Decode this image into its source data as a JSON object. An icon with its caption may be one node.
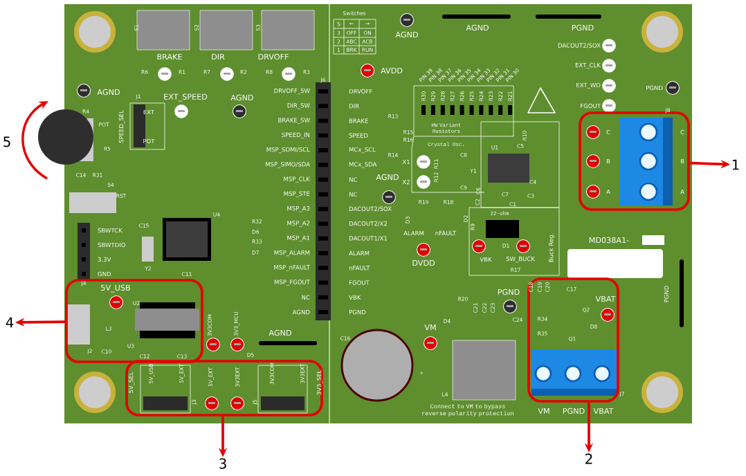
{
  "diagram": {
    "nodes": [
      {
        "text": [],
        "shape": "box"
      },
      {
        "text": [
          "1"
        ]
      },
      {
        "text": [],
        "shape": "box"
      },
      {
        "text": [
          "2"
        ]
      },
      {
        "text": [],
        "shape": "box"
      },
      {
        "text": [
          "3"
        ]
      },
      {
        "text": [],
        "shape": "box"
      },
      {
        "text": [
          "4"
        ]
      }
    ],
    "edges": [
      {
        "from": 0,
        "to": 1,
        "arrow": "to"
      },
      {
        "from": 2,
        "to": 3,
        "arrow": "to"
      },
      {
        "from": 4,
        "to": 5,
        "arrow": "to"
      },
      {
        "from": 6,
        "to": 7,
        "arrow": "to"
      }
    ],
    "labels": [
      "S1",
      "S2",
      "S3",
      "BRAKE",
      "DIR",
      "DRVOFF",
      "R6",
      "R1",
      "R7",
      "R2",
      "R8",
      "R3",
      "AGND",
      "J1",
      "EXT_SPEED",
      "AGND",
      "EXT",
      "POT",
      "SPEED_SEL",
      "R4",
      "POT",
      "R5",
      "C14",
      "R31",
      "S4",
      "RST",
      "SBWTCK",
      "SBWTDIO",
      "3.3V",
      "GND",
      "J4",
      "C15",
      "Y2",
      "U4",
      "R32",
      "D6",
      "R33",
      "D7",
      "C11",
      "5V_USB",
      "U2",
      "L3",
      "J2",
      "C10",
      "U3",
      "C12",
      "C13",
      "3V3COM",
      "3V3_MCU",
      "D5",
      "AGND",
      "5V_SEL",
      "5V_USB",
      "5V_EXT",
      "J3",
      "5V_EXT",
      "3V3EXT",
      "J5",
      "3V3COM",
      "3V3EXT",
      "3V3_SEL",
      "J6",
      "DRVOFF_SW",
      "DIR_SW",
      "BRAKE_SW",
      "SPEED_IN",
      "MSP_SOMI/SCL",
      "MSP_SIMO/SDA",
      "MSP_CLK",
      "MSP_STE",
      "MSP_A3",
      "MSP_A2",
      "MSP_A1",
      "MSP_ALARM",
      "MSP_nFAULT",
      "MSP_FGOUT",
      "NC",
      "AGND",
      "DRVOFF",
      "DIR",
      "BRAKE",
      "SPEED",
      "MCx_SCL",
      "MCx_SDA",
      "NC",
      "NC",
      "DACOUT2/SOX",
      "DACOUT2/X2",
      "DACOUT1/X1",
      "ALARM",
      "nFAULT",
      "FGOUT",
      "VBK",
      "PGND",
      "Switches",
      "S",
      "←",
      "→",
      "3",
      "OFF",
      "ON",
      "2",
      "ABC",
      "ACB",
      "1",
      "BRK",
      "RUN",
      "AGND",
      "AGND",
      "PGND",
      "AVDD",
      "PIN 39",
      "PIN 38",
      "PIN 37",
      "PIN 36",
      "PIN 35",
      "PIN 34",
      "PIN 33",
      "PIN 32",
      "PIN 31",
      "PIN 30",
      "R30",
      "R29",
      "R28",
      "R27",
      "R26",
      "R25",
      "R24",
      "R23",
      "R22",
      "R21",
      "HW Variant Resistors",
      "R13",
      "R15",
      "R16",
      "R14",
      "Crystal Osc.",
      "X1",
      "X2",
      "R11",
      "R12",
      "C8",
      "C9",
      "Y1",
      "AGND",
      "U1",
      "R10",
      "C5",
      "C6",
      "C2",
      "C7",
      "C1",
      "C4",
      "C3",
      "R19",
      "R18",
      "D3",
      "D2",
      "ALARM",
      "nFAULT",
      "DVDD",
      "22-ohm",
      "R9",
      "D1",
      "VBK",
      "SW_BUCK",
      "R17",
      "Buck Reg.",
      "DACOUT2/SOX",
      "EXT_CLK",
      "EXT_WD",
      "FGOUT",
      "PGND",
      "J8",
      "C",
      "B",
      "A",
      "C",
      "B",
      "A",
      "MD038A1-",
      "PGND",
      "PGND",
      "R20",
      "C21",
      "C22",
      "C23",
      "D4",
      "C24",
      "C16",
      "VM",
      "+",
      "L4",
      "Connect to VM to bypass reverse polarity protection",
      "C18",
      "C19",
      "C20",
      "C17",
      "VBAT",
      "Q2",
      "R34",
      "R35",
      "D8",
      "Q1",
      "J7",
      "VM",
      "PGND",
      "VBAT",
      "5"
    ]
  }
}
